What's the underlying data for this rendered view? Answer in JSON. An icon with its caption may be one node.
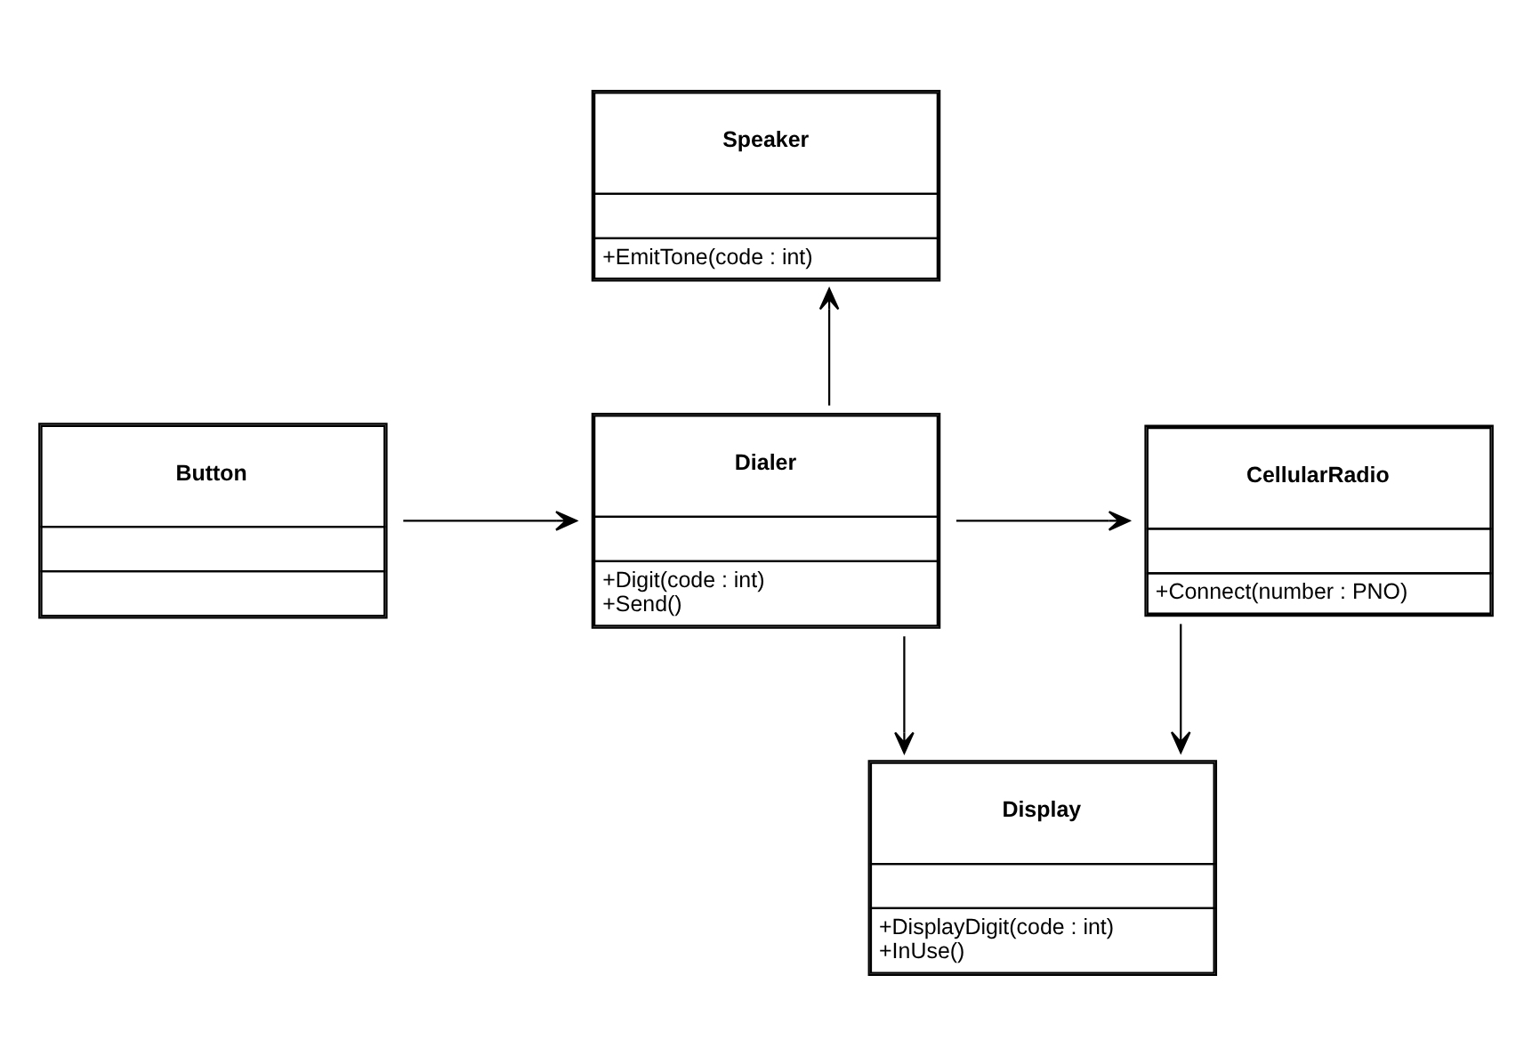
{
  "diagram": {
    "nodes": [
      {
        "text": [
          "Speaker",
          "+EmitTone(code : int)"
        ]
      },
      {
        "text": [
          "Button"
        ]
      },
      {
        "text": [
          "Dialer",
          "+Digit(code : int)",
          "+Send()"
        ]
      },
      {
        "text": [
          "CellularRadio",
          "+Connect(number : PNO)"
        ]
      },
      {
        "text": [
          "Display",
          "+DisplayDigit(code : int)",
          "+InUse()"
        ]
      }
    ],
    "edges": [
      {
        "from": 2,
        "to": 0,
        "arrow": "to"
      },
      {
        "from": 1,
        "to": 2,
        "arrow": "to"
      },
      {
        "from": 2,
        "to": 3,
        "arrow": "to"
      },
      {
        "from": 2,
        "to": 4,
        "arrow": "to"
      },
      {
        "from": 3,
        "to": 4,
        "arrow": "to"
      }
    ]
  }
}
